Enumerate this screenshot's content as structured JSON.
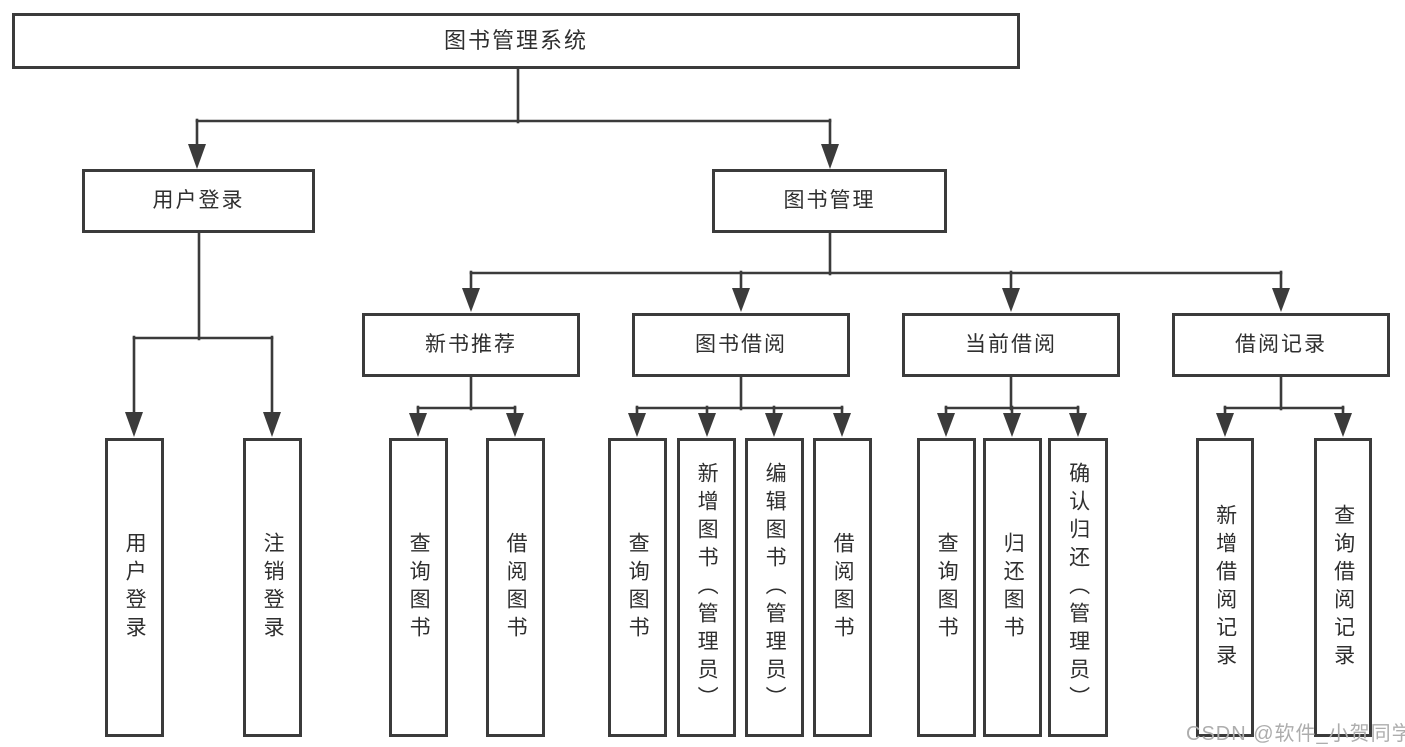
{
  "watermark": "CSDN @软件_小贺同学",
  "colors": {
    "line": "#3b3b3b",
    "text": "#2f2f2f",
    "box_bg": "#ffffff",
    "page_bg": "#ffffff",
    "watermark": "#adadad"
  },
  "tree": {
    "root": {
      "label": "图书管理系统"
    },
    "children": [
      {
        "label": "用户登录",
        "children": [
          {
            "label": "用户登录"
          },
          {
            "label": "注销登录"
          }
        ]
      },
      {
        "label": "图书管理",
        "children": [
          {
            "label": "新书推荐",
            "children": [
              {
                "label": "查询图书"
              },
              {
                "label": "借阅图书"
              }
            ]
          },
          {
            "label": "图书借阅",
            "children": [
              {
                "label": "查询图书"
              },
              {
                "label": "新增图书（管理员）"
              },
              {
                "label": "编辑图书（管理员）"
              },
              {
                "label": "借阅图书"
              }
            ]
          },
          {
            "label": "当前借阅",
            "children": [
              {
                "label": "查询图书"
              },
              {
                "label": "归还图书"
              },
              {
                "label": "确认归还（管理员）"
              }
            ]
          },
          {
            "label": "借阅记录",
            "children": [
              {
                "label": "新增借阅记录"
              },
              {
                "label": "查询借阅记录"
              }
            ]
          }
        ]
      }
    ]
  }
}
